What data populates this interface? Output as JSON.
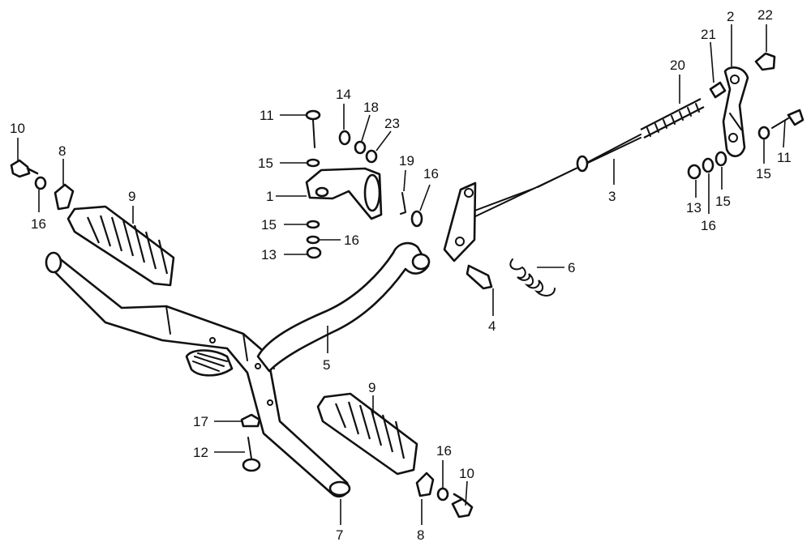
{
  "colors": {
    "ink": "#111111",
    "paper": "#ffffff"
  },
  "callouts": {
    "c_1": "1",
    "c_2": "2",
    "c_3": "3",
    "c_4": "4",
    "c_5": "5",
    "c_6": "6",
    "c_7": "7",
    "c_8a": "8",
    "c_8b": "8",
    "c_9a": "9",
    "c_9b": "9",
    "c_10a": "10",
    "c_10b": "10",
    "c_11a": "11",
    "c_11b": "11",
    "c_12": "12",
    "c_13a": "13",
    "c_13b": "13",
    "c_14": "14",
    "c_15a": "15",
    "c_15b": "15",
    "c_15c": "15",
    "c_16a": "16",
    "c_16b": "16",
    "c_16c": "16",
    "c_16d": "16",
    "c_16e": "16",
    "c_17": "17",
    "c_18": "18",
    "c_19": "19",
    "c_20": "20",
    "c_21": "21",
    "c_22": "22",
    "c_23": "23"
  }
}
